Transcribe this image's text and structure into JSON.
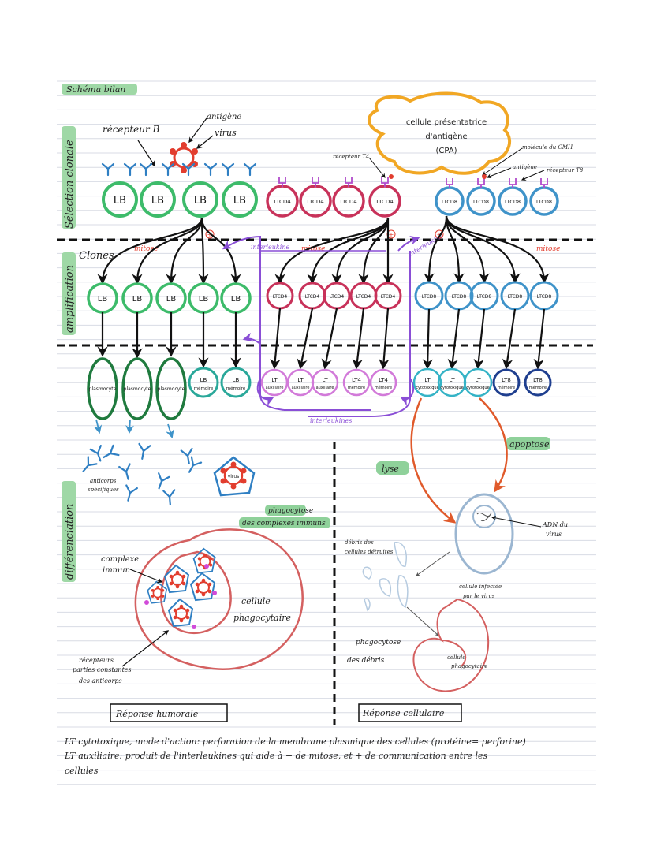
{
  "header": {
    "title": "Schéma bilan"
  },
  "sections": {
    "selection": "Sélection clonale",
    "amplification": "amplification",
    "differenciation": "différenciation"
  },
  "colors": {
    "lb": "#3dbb6a",
    "ltcd4": "#c8325a",
    "ltcd8": "#3f93c9",
    "plasmo": "#1f7a3e",
    "teal": "#2aa89a",
    "aux": "#d27ad9",
    "cyto": "#35b3c6",
    "cpa": "#f1a724",
    "virus": "#e23d2e",
    "interleukin": "#8a4ed6",
    "rule": "#d8dbe4",
    "highlight": "#8fd19a"
  },
  "row1": {
    "lb": [
      "LB",
      "LB",
      "LB",
      "LB"
    ],
    "ltcd4": [
      "LTCD4",
      "LTCD4",
      "LTCD4",
      "LTCD4"
    ],
    "ltcd8": [
      "LTCD8",
      "LTCD8",
      "LTCD8",
      "LTCD8"
    ]
  },
  "labels": {
    "antigene": "antigène",
    "virus": "virus",
    "recepteur_b": "récepteur B",
    "recepteur_t4": "récepteur T4",
    "recepteur_t8": "récepteur T8",
    "cpa": [
      "cellule présentatrice",
      "d'antigène",
      "(CPA)"
    ],
    "cmh": "molécule du CMH",
    "antigene2": "antigène",
    "clones": "Clones",
    "mitose": "mitose",
    "interleukine": "interleukine",
    "interleukines": "interleukines",
    "plus": "+"
  },
  "row2": {
    "lb": [
      "LB",
      "LB",
      "LB",
      "LB",
      "LB"
    ],
    "ltcd4": [
      "LTCD4",
      "LTCD4",
      "LTCD4",
      "LTCD4",
      "LTCD4"
    ],
    "ltcd8": [
      "LTCD8",
      "LTCD8",
      "LTCD8",
      "LTCD8",
      "LTCD8"
    ]
  },
  "row3": {
    "plasmo": "plasmocyte",
    "lb_mem": [
      "LB",
      "mémoire"
    ],
    "lt_aux": [
      "LT",
      "auxiliaire"
    ],
    "lt4_mem": [
      "LT4",
      "mémoire"
    ],
    "lt_cyto": [
      "LT",
      "cytotoxique"
    ],
    "lt8_mem": [
      "LT8",
      "mémoire"
    ]
  },
  "bottom": {
    "anticorps": [
      "anticorps",
      "spécifiques"
    ],
    "virus": "virus",
    "phagocytose_complexes": [
      "phagocytose",
      "des complexes immuns"
    ],
    "complexe_immun": [
      "complexe",
      "immun"
    ],
    "cellule_phagocytaire": [
      "cellule",
      "phagocytaire"
    ],
    "recepteurs": [
      "récepteurs",
      "parties constantes",
      "des anticorps"
    ],
    "reponse_humorale": "Réponse humorale",
    "lyse": "lyse",
    "apoptose": "apoptose",
    "adn_virus": [
      "ADN du",
      "virus"
    ],
    "debris_cellule": [
      "débris des",
      "cellules détruites"
    ],
    "cellule_infectee": [
      "cellule infectée",
      "par le virus"
    ],
    "phagocytose_debris": [
      "phagocytose",
      "des débris"
    ],
    "cellule_phago2": [
      "cellule",
      "phagocytaire"
    ],
    "reponse_cellulaire": "Réponse cellulaire"
  },
  "notes": [
    "LT cytotoxique, mode d'action: perforation de la membrane plasmique des cellules (protéine= perforine)",
    "LT auxiliaire: produit de l'interleukines qui aide à + de mitose, et + de communication entre les",
    "cellules"
  ]
}
